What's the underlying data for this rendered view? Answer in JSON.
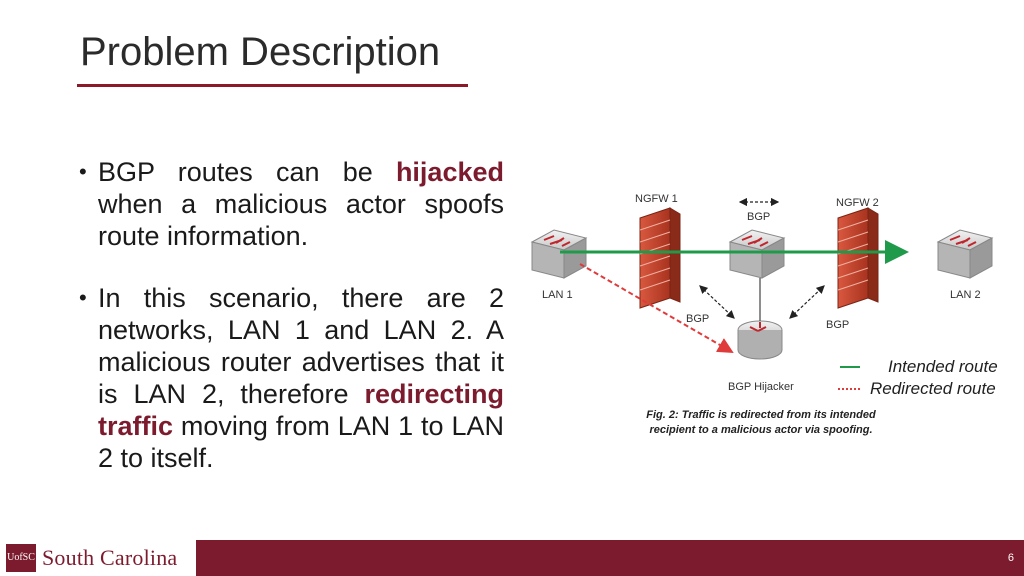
{
  "slide": {
    "title": "Problem Description",
    "bullets": [
      {
        "parts": [
          "BGP routes can be ",
          "hijacked",
          " when a malicious actor spoofs route information."
        ]
      },
      {
        "parts": [
          "In this scenario, there are 2 networks, LAN 1 and LAN 2. A malicious router advertises that it is LAN 2, therefore ",
          "redirecting traffic",
          " moving from LAN 1 to LAN 2 to itself."
        ]
      }
    ],
    "page_number": "6"
  },
  "figure": {
    "labels": {
      "ngfw1": "NGFW 1",
      "ngfw2": "NGFW 2",
      "bgp_top": "BGP",
      "bgp_left": "BGP",
      "bgp_right": "BGP",
      "lan1": "LAN 1",
      "lan2": "LAN 2",
      "hijacker": "BGP Hijacker"
    },
    "legend": {
      "intended": "Intended route",
      "redirected": "Redirected route"
    },
    "caption": "Fig. 2: Traffic is redirected from its intended recipient to a malicious actor via spoofing.",
    "colors": {
      "intended": "#1e9a4a",
      "redirected": "#e03b3b",
      "firewall": "#c8452f"
    }
  },
  "footer": {
    "logo_mark_line1": "UofSC",
    "logo_text": "South Carolina"
  }
}
